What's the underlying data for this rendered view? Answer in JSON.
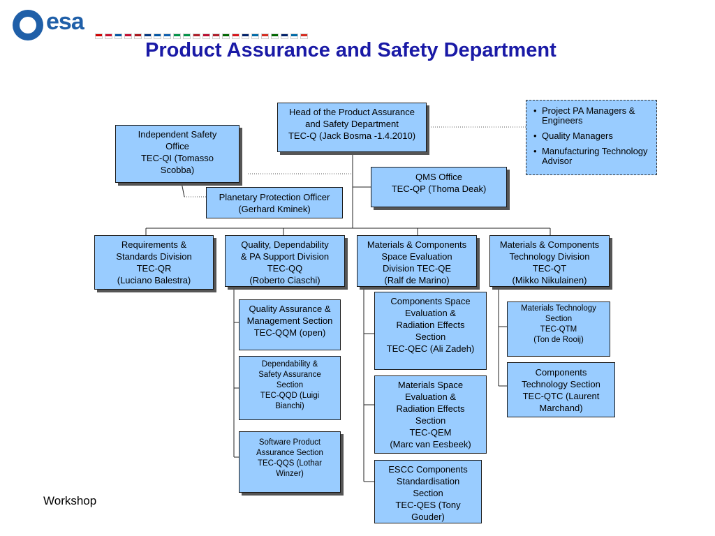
{
  "header": {
    "logo_text": "esa",
    "title": "Product Assurance and Safety Department",
    "flag_colors": [
      "#d00000",
      "#c8102e",
      "#0055a4",
      "#c60c30",
      "#aa151b",
      "#003580",
      "#0055a4",
      "#0d5eaf",
      "#009246",
      "#009246",
      "#ae1c28",
      "#ba0c2f",
      "#ae1c28",
      "#006600",
      "#d7141a",
      "#012169",
      "#006aa7",
      "#d52b1e",
      "#006600",
      "#012169",
      "#006aa7",
      "#d52b1e"
    ]
  },
  "footer": {
    "text": "Workshop"
  },
  "head": {
    "lines": [
      "Head of the Product Assurance",
      "and Safety Department",
      "TEC-Q (Jack Bosma -1.4.2010)"
    ]
  },
  "staff_note": {
    "items": [
      "Project PA Managers & Engineers",
      "Quality Managers",
      "Manufacturing Technology Advisor"
    ]
  },
  "safety_office": {
    "lines": [
      "Independent Safety",
      "Office",
      "TEC-QI (Tomasso",
      "Scobba)"
    ]
  },
  "qms_office": {
    "lines": [
      "QMS Office",
      "TEC-QP (Thoma Deak)"
    ]
  },
  "planetary": {
    "lines": [
      "Planetary Protection Officer",
      "(Gerhard Kminek)"
    ]
  },
  "divisions": [
    {
      "lines": [
        "Requirements &",
        "Standards Division",
        "TEC-QR",
        "(Luciano Balestra)"
      ]
    },
    {
      "lines": [
        "Quality, Dependability",
        "& PA Support Division",
        "TEC-QQ",
        "(Roberto Ciaschi)"
      ]
    },
    {
      "lines": [
        "Materials & Components",
        "Space Evaluation",
        "Division TEC-QE",
        "(Ralf de Marino)"
      ]
    },
    {
      "lines": [
        "Materials & Components",
        "Technology Division",
        "TEC-QT",
        "(Mikko Nikulainen)"
      ]
    }
  ],
  "qq_sections": [
    {
      "lines": [
        "Quality Assurance &",
        "Management Section",
        "TEC-QQM (open)"
      ]
    },
    {
      "lines": [
        "Dependability &",
        "Safety Assurance",
        "Section",
        "TEC-QQD (Luigi",
        "Bianchi)"
      ]
    },
    {
      "lines": [
        "Software Product",
        "Assurance Section",
        "TEC-QQS (Lothar",
        "Winzer)"
      ]
    }
  ],
  "qe_sections": [
    {
      "lines": [
        "Components Space",
        "Evaluation &",
        "Radiation Effects",
        "Section",
        "TEC-QEC (Ali Zadeh)"
      ]
    },
    {
      "lines": [
        "Materials Space",
        "Evaluation &",
        "Radiation Effects",
        "Section",
        "TEC-QEM",
        "(Marc van Eesbeek)"
      ]
    },
    {
      "lines": [
        "ESCC Components",
        "Standardisation",
        "Section",
        "TEC-QES (Tony",
        "Gouder)"
      ]
    }
  ],
  "qt_sections": [
    {
      "lines": [
        "Materials Technology",
        "Section",
        "TEC-QTM",
        "(Ton de Rooij)"
      ]
    },
    {
      "lines": [
        "Components",
        "Technology Section",
        "TEC-QTC (Laurent",
        "Marchand)"
      ]
    }
  ]
}
